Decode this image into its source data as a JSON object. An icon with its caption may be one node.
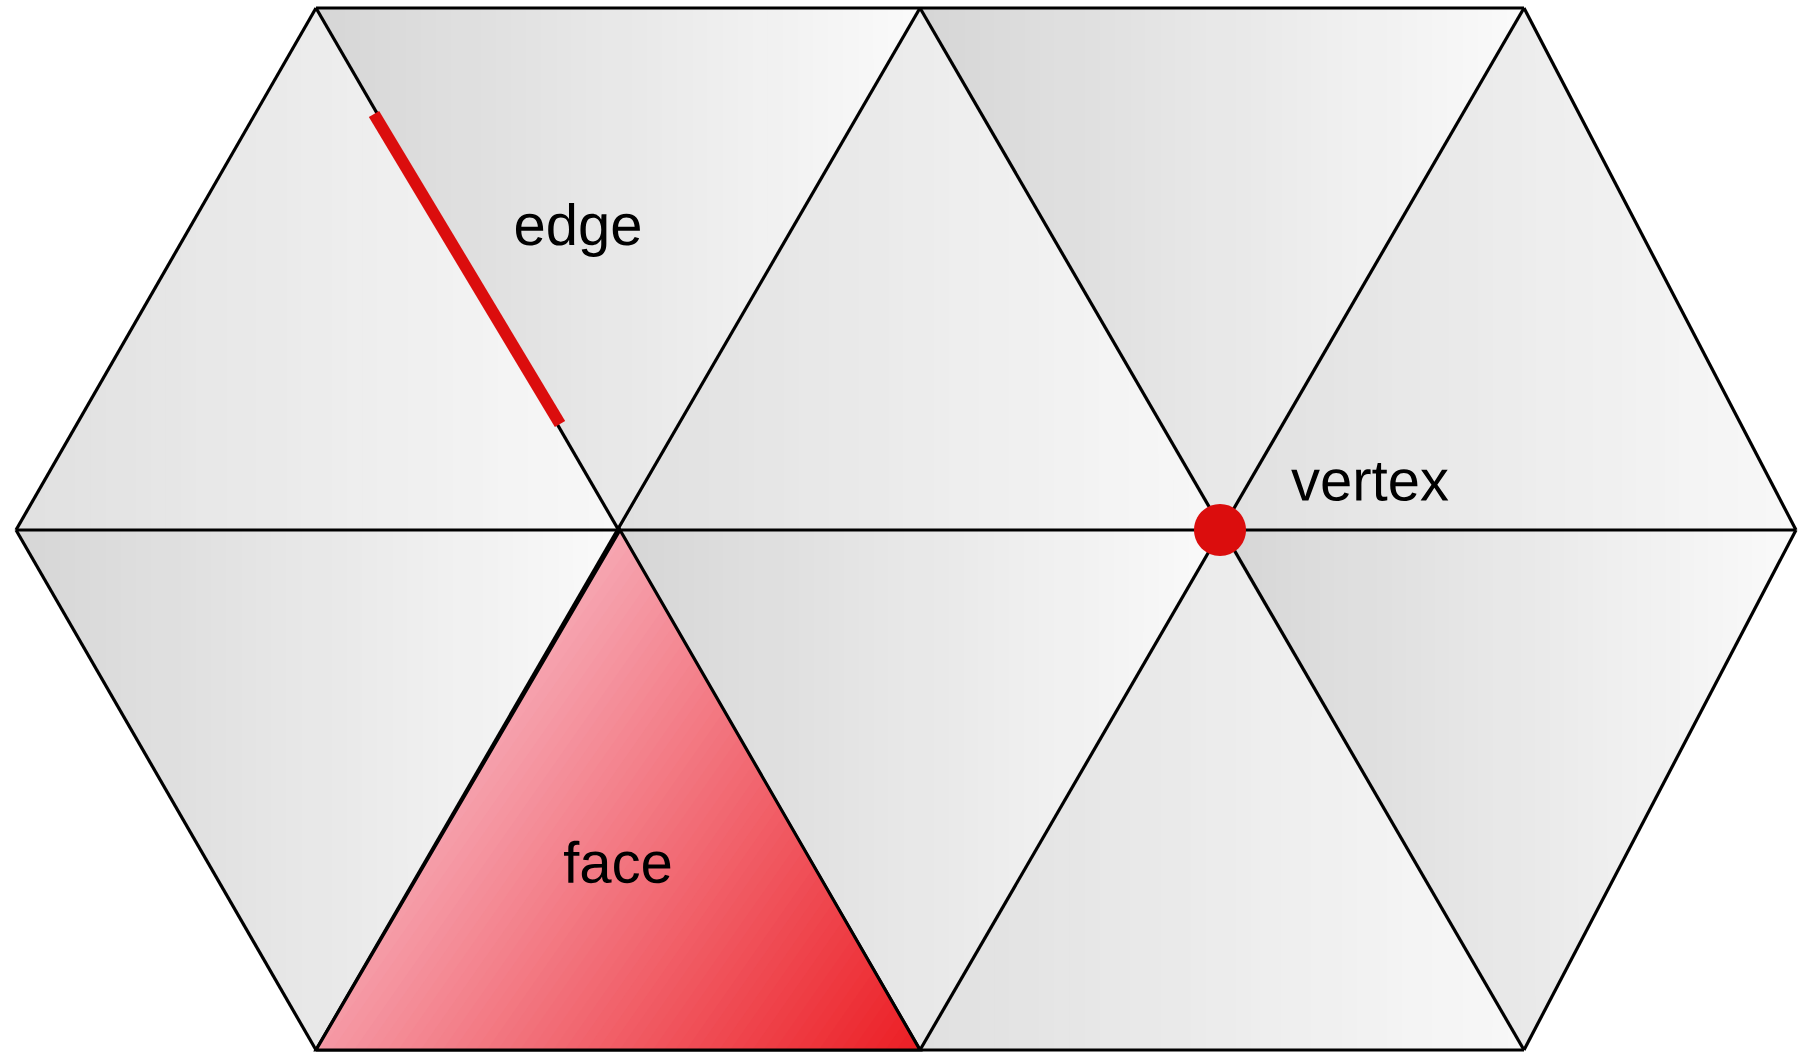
{
  "diagram": {
    "labels": [
      "edge",
      "vertex",
      "face"
    ]
  }
}
